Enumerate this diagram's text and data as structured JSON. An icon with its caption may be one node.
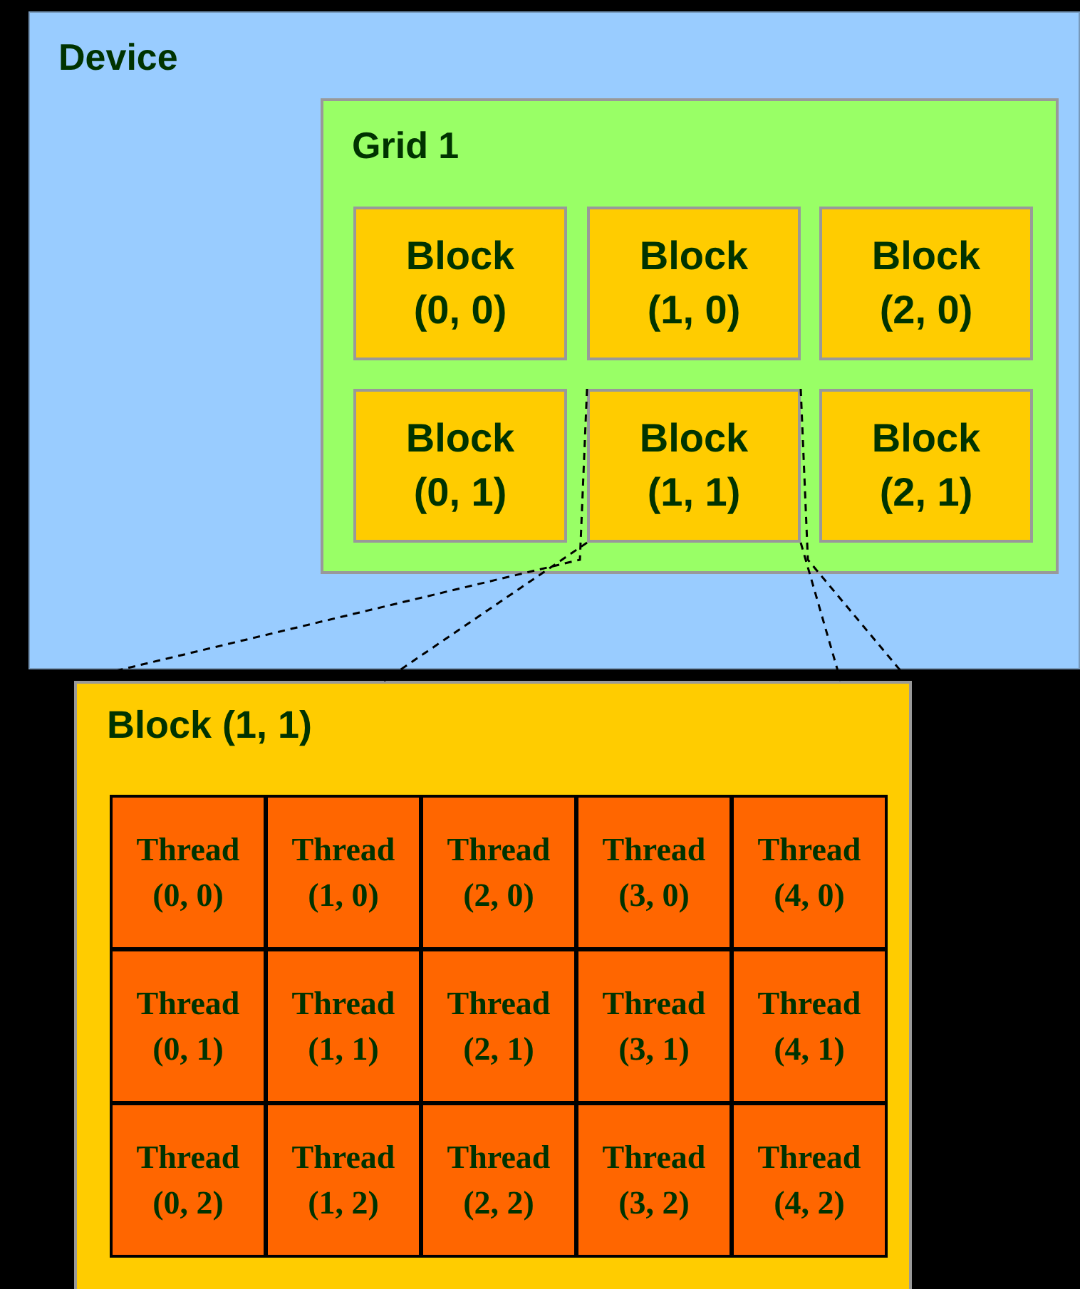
{
  "diagram": {
    "nodes": [
      {
        "text": [
          "Device"
        ]
      },
      {
        "text": [
          "Grid 1"
        ],
        "in": 0
      },
      {
        "text": [
          "Block (0, 0)"
        ],
        "in": 1
      },
      {
        "text": [
          "Block (1, 0)"
        ],
        "in": 1
      },
      {
        "text": [
          "Block (2, 0)"
        ],
        "in": 1
      },
      {
        "text": [
          "Block (0, 1)"
        ],
        "in": 1
      },
      {
        "text": [
          "Block (1, 1)"
        ],
        "in": 1
      },
      {
        "text": [
          "Block (2, 1)"
        ],
        "in": 1
      },
      {
        "text": [
          "Block (1, 1)"
        ]
      },
      {
        "text": [
          "Thread (0, 0)"
        ],
        "in": 8
      },
      {
        "text": [
          "Thread (1, 0)"
        ],
        "in": 8
      },
      {
        "text": [
          "Thread (2, 0)"
        ],
        "in": 8
      },
      {
        "text": [
          "Thread (3, 0)"
        ],
        "in": 8
      },
      {
        "text": [
          "Thread (4, 0)"
        ],
        "in": 8
      },
      {
        "text": [
          "Thread (0, 1)"
        ],
        "in": 8
      },
      {
        "text": [
          "Thread (1, 1)"
        ],
        "in": 8
      },
      {
        "text": [
          "Thread (2, 1)"
        ],
        "in": 8
      },
      {
        "text": [
          "Thread (3, 1)"
        ],
        "in": 8
      },
      {
        "text": [
          "Thread (4, 1)"
        ],
        "in": 8
      },
      {
        "text": [
          "Thread (0, 2)"
        ],
        "in": 8
      },
      {
        "text": [
          "Thread (1, 2)"
        ],
        "in": 8
      },
      {
        "text": [
          "Thread (2, 2)"
        ],
        "in": 8
      },
      {
        "text": [
          "Thread (3, 2)"
        ],
        "in": 8
      },
      {
        "text": [
          "Thread (4, 2)"
        ],
        "in": 8
      }
    ],
    "edges": [
      {
        "from": 6,
        "to": 8,
        "arrow": "none",
        "style": "dashed"
      },
      {
        "from": 6,
        "to": 8,
        "arrow": "none",
        "style": "dashed"
      },
      {
        "from": 6,
        "to": 8,
        "arrow": "none",
        "style": "dashed"
      },
      {
        "from": 6,
        "to": 8,
        "arrow": "none",
        "style": "dashed"
      }
    ]
  }
}
